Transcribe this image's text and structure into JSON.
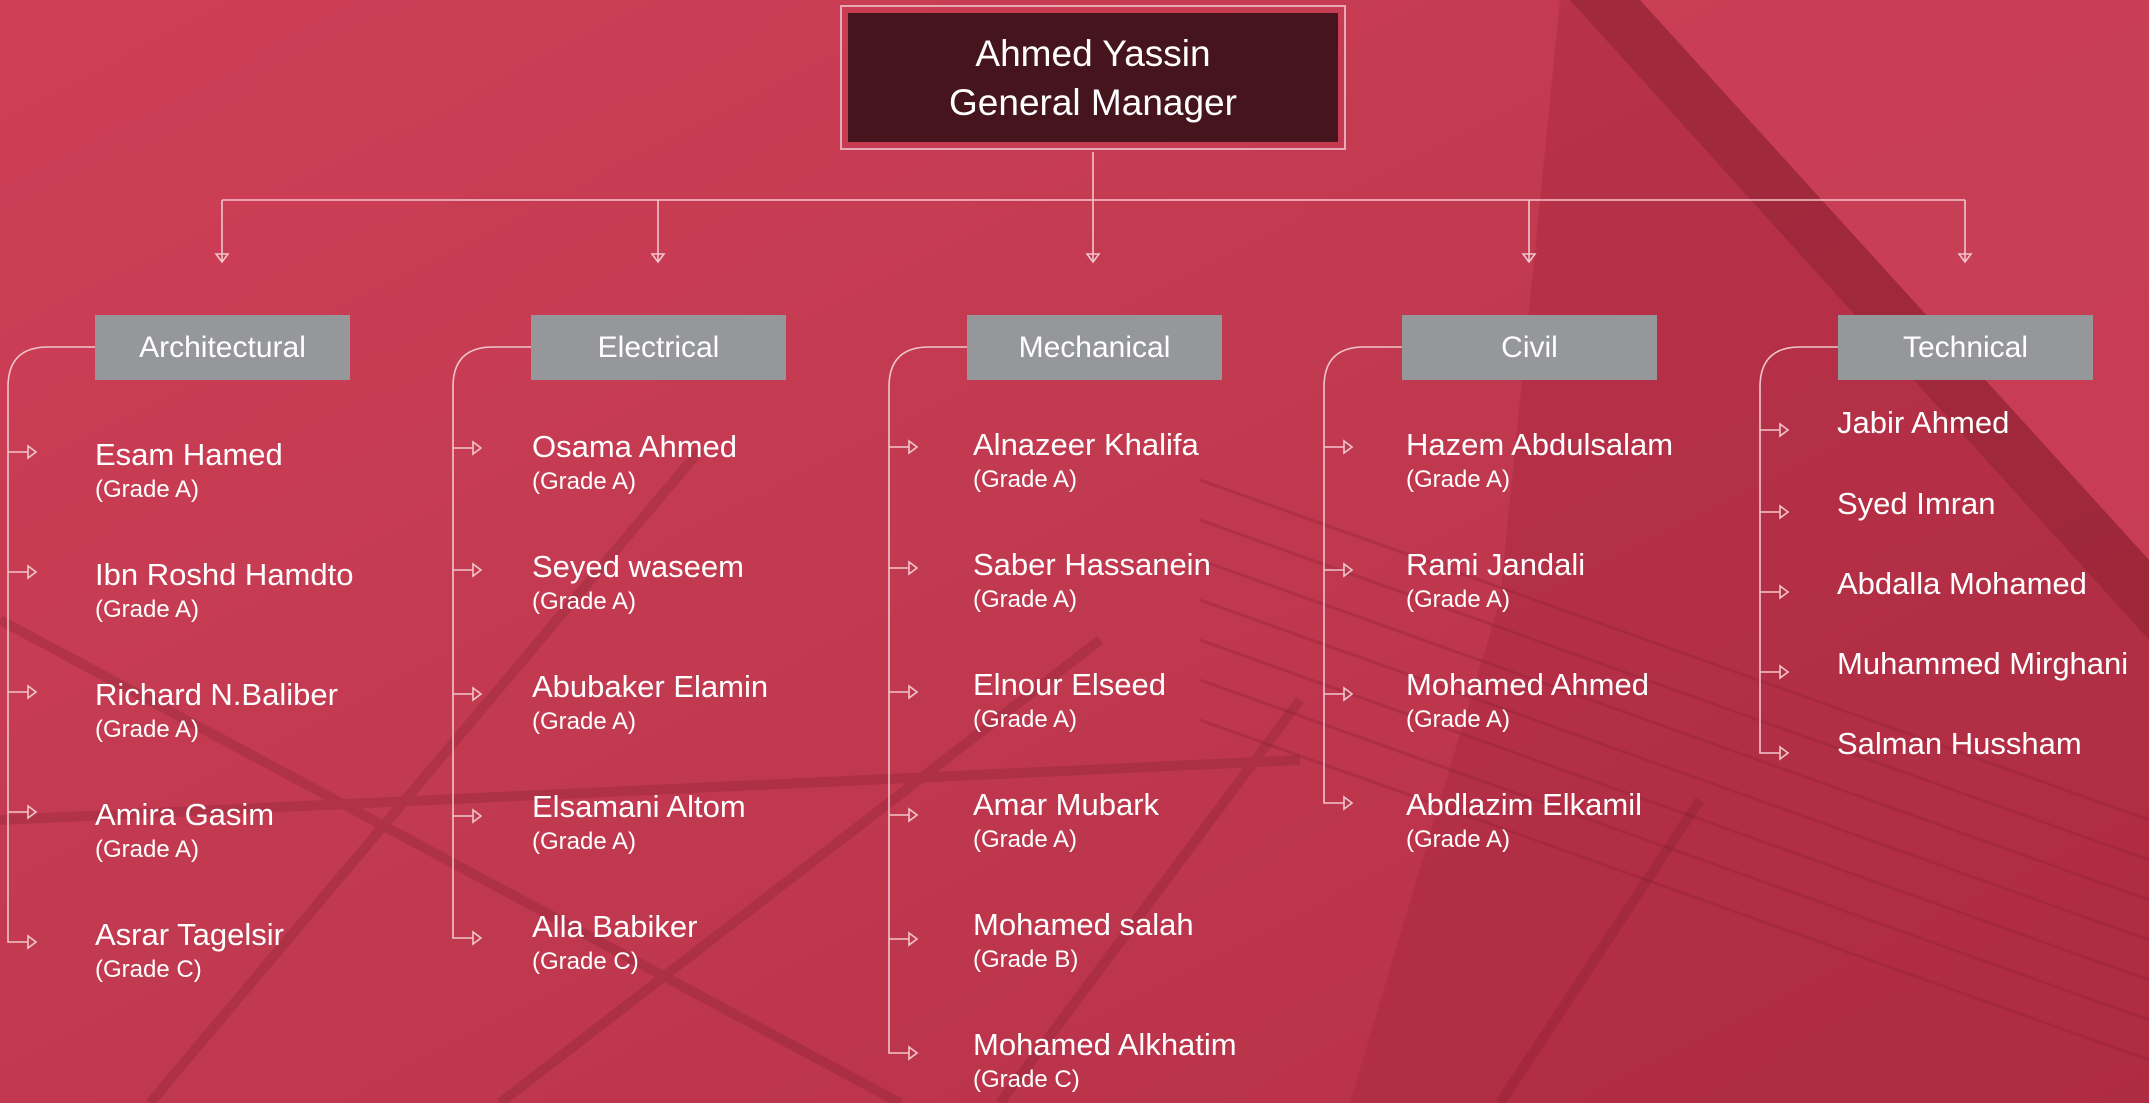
{
  "manager": {
    "name": "Ahmed Yassin",
    "title": "General Manager"
  },
  "departments": [
    {
      "name": "Architectural",
      "members": [
        {
          "name": "Esam Hamed",
          "grade": "(Grade A)"
        },
        {
          "name": "Ibn Roshd Hamdto",
          "grade": "(Grade A)"
        },
        {
          "name": "Richard N.Baliber",
          "grade": "(Grade A)"
        },
        {
          "name": "Amira Gasim",
          "grade": "(Grade A)"
        },
        {
          "name": "Asrar Tagelsir",
          "grade": "(Grade C)"
        }
      ]
    },
    {
      "name": "Electrical",
      "members": [
        {
          "name": "Osama Ahmed",
          "grade": "(Grade A)"
        },
        {
          "name": "Seyed waseem",
          "grade": "(Grade A)"
        },
        {
          "name": "Abubaker Elamin",
          "grade": "(Grade A)"
        },
        {
          "name": "Elsamani Altom",
          "grade": "(Grade A)"
        },
        {
          "name": "Alla Babiker",
          "grade": "(Grade C)"
        }
      ]
    },
    {
      "name": "Mechanical",
      "members": [
        {
          "name": "Alnazeer Khalifa",
          "grade": "(Grade A)"
        },
        {
          "name": "Saber Hassanein",
          "grade": "(Grade A)"
        },
        {
          "name": "Elnour Elseed",
          "grade": "(Grade A)"
        },
        {
          "name": "Amar Mubark",
          "grade": "(Grade A)"
        },
        {
          "name": "Mohamed salah",
          "grade": "(Grade B)"
        },
        {
          "name": "Mohamed Alkhatim",
          "grade": "(Grade C)"
        }
      ]
    },
    {
      "name": "Civil",
      "members": [
        {
          "name": "Hazem Abdulsalam",
          "grade": "(Grade A)"
        },
        {
          "name": "Rami Jandali",
          "grade": "(Grade A)"
        },
        {
          "name": "Mohamed Ahmed",
          "grade": "(Grade A)"
        },
        {
          "name": "Abdlazim Elkamil",
          "grade": "(Grade A)"
        }
      ]
    },
    {
      "name": "Technical",
      "members": [
        {
          "name": "Jabir Ahmed"
        },
        {
          "name": "Syed Imran"
        },
        {
          "name": "Abdalla Mohamed"
        },
        {
          "name": "Muhammed Mirghani"
        },
        {
          "name": "Salman Hussham"
        }
      ]
    }
  ]
}
